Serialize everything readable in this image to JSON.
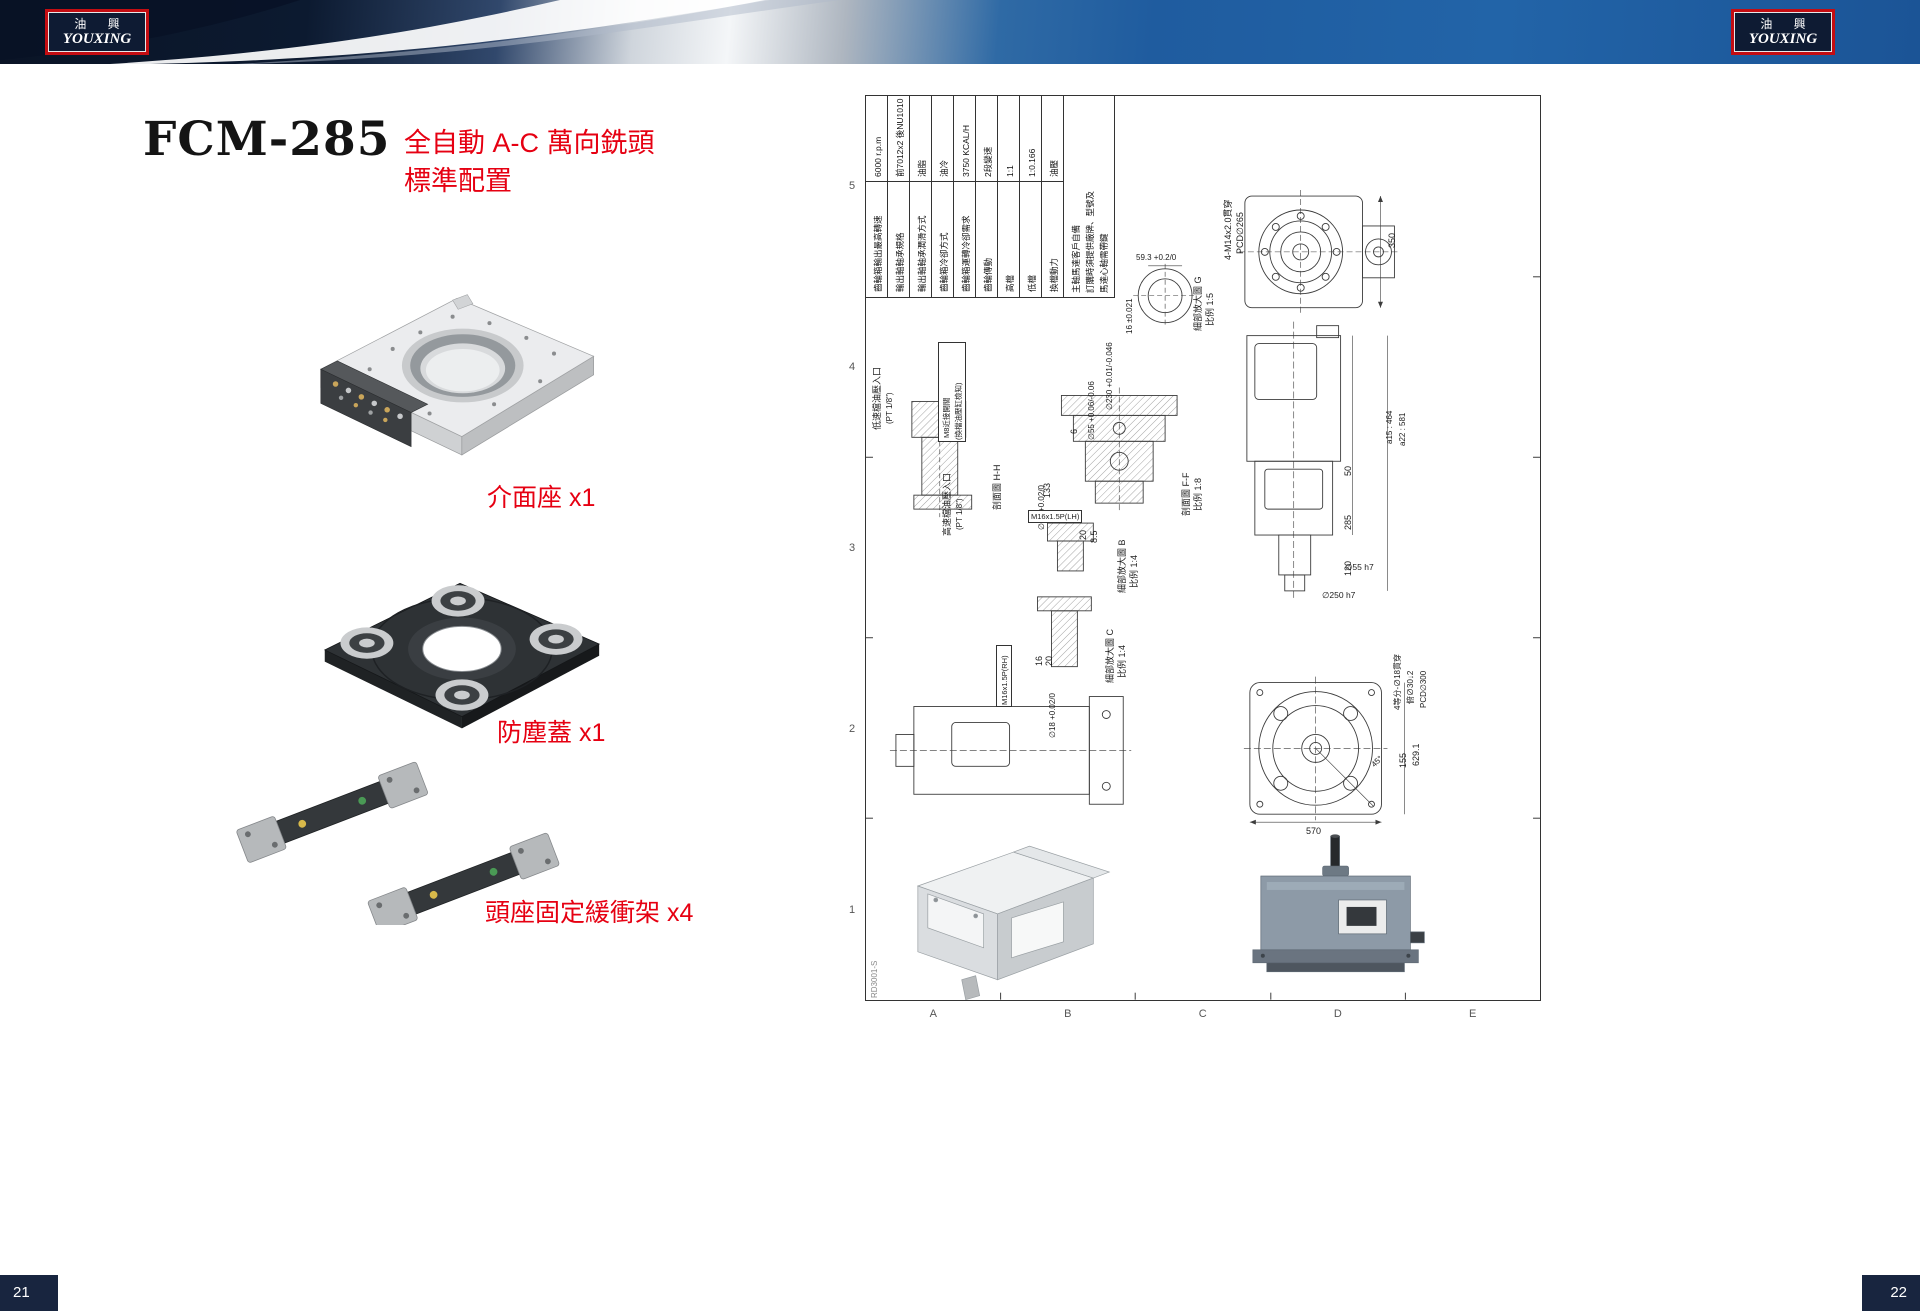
{
  "header": {
    "logo": {
      "cn": "油 興",
      "en": "YOUXING"
    }
  },
  "footer": {
    "left_page": "21",
    "right_page": "22"
  },
  "left_page": {
    "model": "FCM-285",
    "subtitle1": "全自動 A-C 萬向銑頭",
    "subtitle2": "標準配置",
    "captions": {
      "item1": "介面座 x1",
      "item2": "防塵蓋 x1",
      "item3": "頭座固定緩衝架 x4"
    }
  },
  "drawing": {
    "doc_no": "RD3001-S",
    "grid_rows": [
      "5",
      "4",
      "3",
      "2",
      "1"
    ],
    "grid_cols": [
      "A",
      "B",
      "C",
      "D",
      "E"
    ],
    "spec": {
      "columns": [
        {
          "value": "6000 r.p.m",
          "label": "齒輪箱輸出最高轉速"
        },
        {
          "value": "前7012x2 後NU1010",
          "label": "輸出軸軸承規格"
        },
        {
          "value": "油脂",
          "label": "輸出軸軸承潤滑方式"
        },
        {
          "value": "油冷",
          "label": "齒輪箱冷卻方式"
        },
        {
          "value": "3750 KCAL/H",
          "label": "齒輪箱運轉冷卻需求"
        },
        {
          "value": "2段變速",
          "label": "齒輪傳動"
        },
        {
          "value": "1:1",
          "label": "高檔"
        },
        {
          "value": "1:0.166",
          "label": "低檔"
        },
        {
          "value": "油壓",
          "label": "換檔動力"
        }
      ],
      "note_lines": [
        "主軸馬達客戶自備",
        "訂購時須提供廠牌、型號及",
        "馬達心軸需帶鍵"
      ]
    },
    "labels": {
      "bolt_pattern_top": "4-M14x2.0貫穿",
      "pcd_top": "PCD∅265",
      "dim_350": "350",
      "dim_59_3": "59.3 +0.2/0",
      "dim_16_tol": "16 ±0.021",
      "detail_g": "細部放大圖 G",
      "scale_g": "比例 1:5",
      "dia_230": "∅230 +0.01/-0.046",
      "dia_55_tol": "∅55 +0.06/-0.06",
      "dim_6": "6",
      "section_hh": "剖面圖 H-H",
      "dim_133": "133",
      "section_ff": "剖面圖 F-F",
      "scale_ff": "比例 1:8",
      "thread_lh": "M16x1.5P(LH)",
      "dia_18_b": "∅18 +0.02/0",
      "dim_20_b": "20",
      "dim_8_5": "8.5",
      "detail_b": "細部放大圖 B",
      "scale_b": "比例 1:4",
      "low_gear_port": "低速檔油壓入口",
      "low_gear_port2": "(PT 1/8\")",
      "m8_switch": "M8近接開關",
      "m8_switch2": "(換檔油壓缸檢知)",
      "high_gear_port": "高速檔油壓入口",
      "high_gear_port2": "(PT 1/8\")",
      "detail_c": "細部放大圖 C",
      "scale_c": "比例 1:4",
      "thread_rh": "M16x1.5P(RH)",
      "dim_16": "16",
      "dim_20_c": "20",
      "dia_18_c": "∅18 +0.02/0",
      "dim_a15": "a15 : 464",
      "dim_a22": "a22 : 581",
      "dim_50": "50",
      "dim_285": "285",
      "dim_120": "120",
      "dia_55_h7": "∅55 h7",
      "dia_250_h7": "∅250 h7",
      "four_equal": "4等分-∅18貫穿",
      "counterbore": "俯∅30↓2",
      "pcd_300": "PCD∅300",
      "dim_629": "629.1",
      "dim_155": "155",
      "dim_45": "45°",
      "dim_570": "570"
    }
  }
}
